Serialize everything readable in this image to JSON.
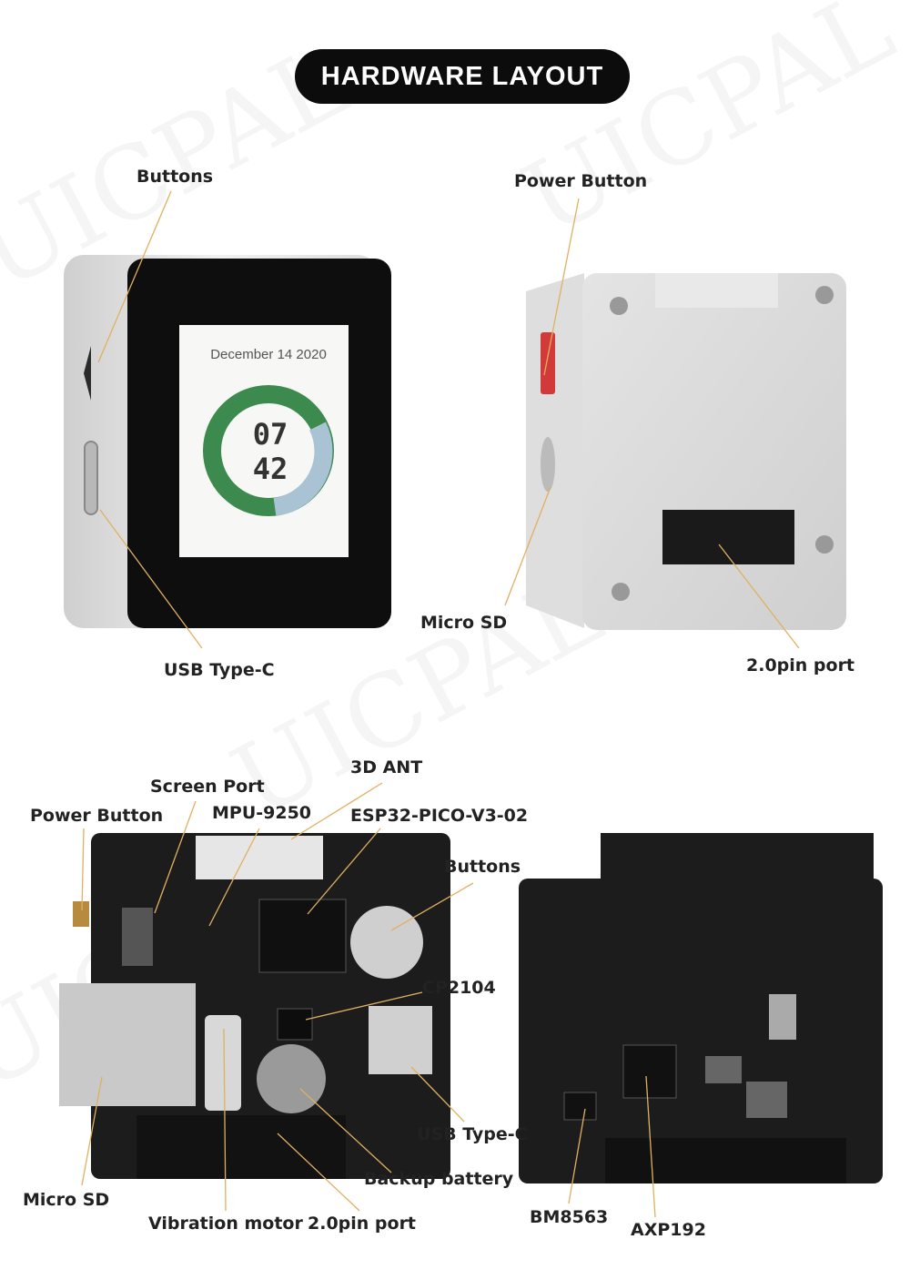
{
  "title": "HARDWARE LAYOUT",
  "screen": {
    "date": "December 14 2020",
    "hour": "07",
    "minute": "42"
  },
  "labels": {
    "front_buttons": "Buttons",
    "front_usb": "USB Type-C",
    "back_power": "Power Button",
    "back_microsd": "Micro SD",
    "back_pin": "2.0pin port",
    "pcb_power": "Power Button",
    "pcb_screen_port": "Screen Port",
    "pcb_mpu": "MPU-9250",
    "pcb_ant": "3D ANT",
    "pcb_esp": "ESP32-PICO-V3-02",
    "pcb_buttons": "Buttons",
    "pcb_cp2104": "CP2104",
    "pcb_usb": "USB Type-C",
    "pcb_battery": "Backup battery",
    "pcb_microsd": "Micro SD",
    "pcb_vibration": "Vibration motor",
    "pcb_pin": "2.0pin port",
    "pcb_bm8563": "BM8563",
    "pcb_axp192": "AXP192"
  },
  "colors": {
    "ring_green": "#3c8a4e",
    "ring_blue": "#a9c2d4",
    "power_red": "#d23a3a",
    "pcb": "#1c1c1c",
    "leader": "#e0b060"
  }
}
